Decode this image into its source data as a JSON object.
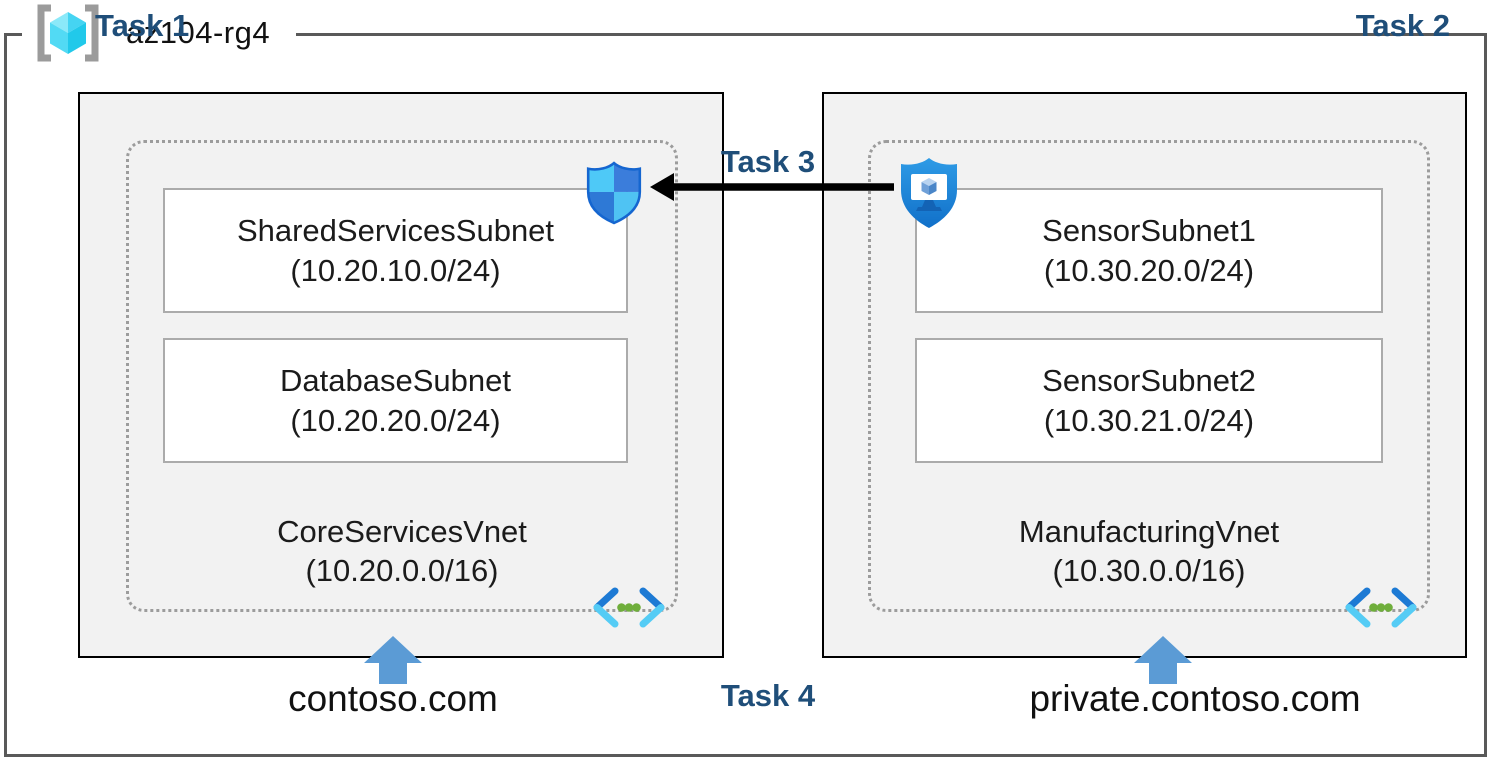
{
  "resource_group": {
    "name": "az104-rg4"
  },
  "labels": {
    "task1": "Task 1",
    "task2": "Task 2",
    "task3": "Task 3",
    "task4": "Task 4"
  },
  "vnets": [
    {
      "name": "CoreServicesVnet",
      "cidr": "(10.20.0.0/16)",
      "dns_zone": "contoso.com",
      "subnets": [
        {
          "name": "SharedServicesSubnet",
          "cidr": "(10.20.10.0/24)"
        },
        {
          "name": "DatabaseSubnet",
          "cidr": "(10.20.20.0/24)"
        }
      ]
    },
    {
      "name": "ManufacturingVnet",
      "cidr": "(10.30.0.0/16)",
      "dns_zone": "private.contoso.com",
      "subnets": [
        {
          "name": "SensorSubnet1",
          "cidr": "(10.30.20.0/24)"
        },
        {
          "name": "SensorSubnet2",
          "cidr": "(10.30.21.0/24)"
        }
      ]
    }
  ],
  "icons": {
    "resource_group": "resource-group-icon",
    "network_security_group": "network-security-group-icon",
    "application_security_group": "application-security-group-icon",
    "virtual_network": "virtual-network-icon",
    "dns_up_arrow": "up-arrow-icon",
    "task3_connector": "left-arrow-connector"
  },
  "colors": {
    "task_label": "#1F4E79",
    "arrow_blue": "#5B9BD5",
    "task_box_fill": "#F2F2F2",
    "frame_border": "#595959",
    "connector_black": "#000000",
    "subnet_border": "#ABABAB",
    "dotted_border": "#9C9C9C"
  }
}
